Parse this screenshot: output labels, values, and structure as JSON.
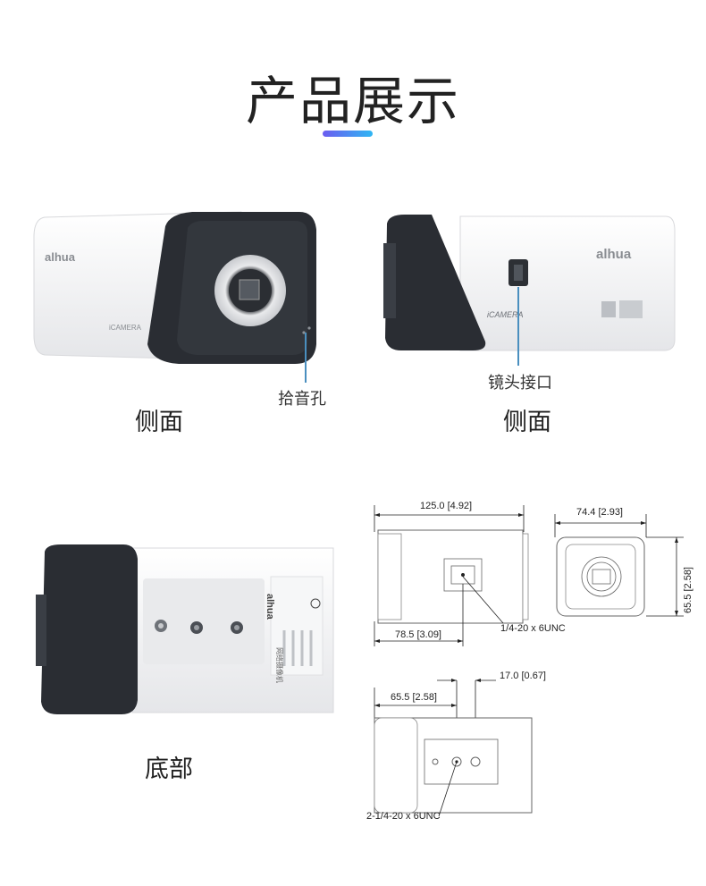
{
  "page": {
    "title": "产品展示",
    "accent_gradient": [
      "#6b5cf0",
      "#2fb6f3"
    ]
  },
  "views": {
    "side_left": {
      "caption": "侧面",
      "callout": "拾音孔",
      "front_logo": "alhua",
      "side_text": "iCAMERA"
    },
    "side_right": {
      "caption": "侧面",
      "callout": "镜头接口",
      "logo": "alhua",
      "side_text": "iCAMERA"
    },
    "bottom": {
      "caption": "底部",
      "label_logo": "alhua",
      "label_text": "网络摄像机"
    }
  },
  "drawings": {
    "top_width": "125.0 [4.92]",
    "front_width": "74.4 [2.93]",
    "front_height": "65.5 [2.58]",
    "top_offset": "78.5 [3.09]",
    "top_mount": "1/4-20 x 6UNC",
    "bottom_offset_a": "65.5 [2.58]",
    "bottom_offset_b": "17.0 [0.67]",
    "bottom_mount": "2-1/4-20 x 6UNC"
  },
  "colors": {
    "body": "#f3f4f6",
    "dark": "#2a2d33",
    "line": "#4a8fbf"
  }
}
